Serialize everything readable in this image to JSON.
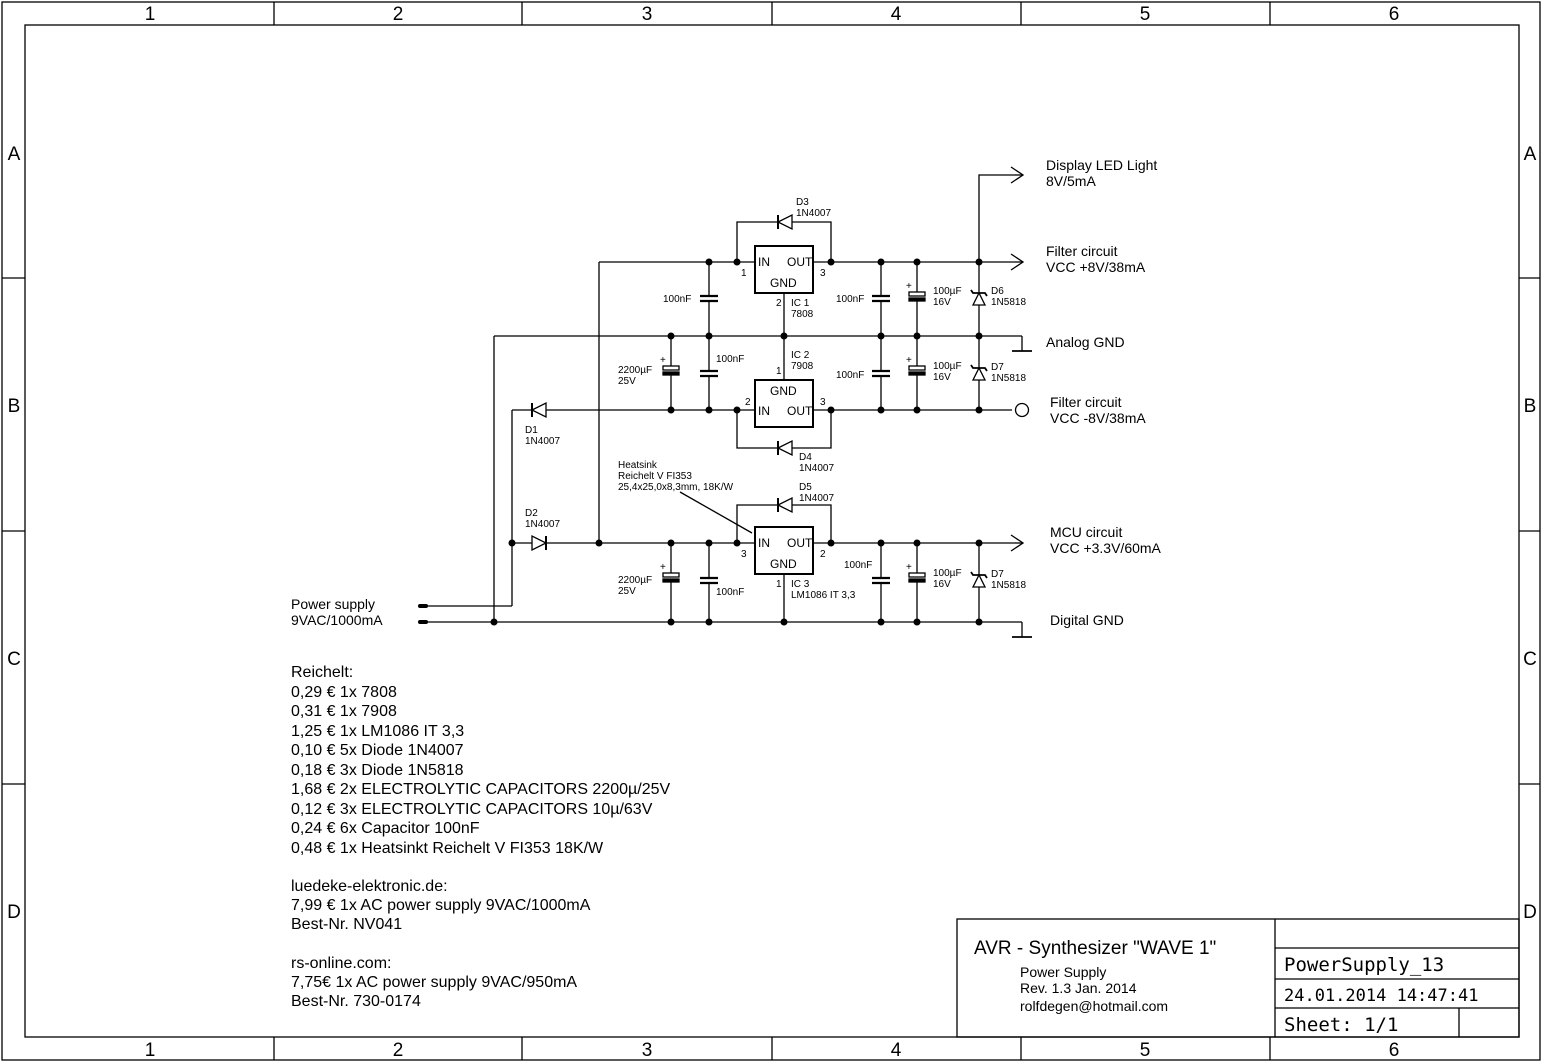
{
  "frame": {
    "columns": [
      "1",
      "2",
      "3",
      "4",
      "5",
      "6"
    ],
    "rows": [
      "A",
      "B",
      "C",
      "D"
    ]
  },
  "outputs": {
    "display_led": [
      "Display LED Light",
      "8V/5mA"
    ],
    "filter_pos": [
      "Filter circuit",
      "VCC +8V/38mA"
    ],
    "analog_gnd": "Analog GND",
    "filter_neg": [
      "Filter circuit",
      "VCC -8V/38mA"
    ],
    "mcu": [
      "MCU circuit",
      "VCC +3.3V/60mA"
    ],
    "digital_gnd": "Digital GND"
  },
  "power_supply": [
    "Power supply",
    "9VAC/1000mA"
  ],
  "regulators": {
    "ic1": {
      "name": "IC 1",
      "part": "7808",
      "in": "IN",
      "out": "OUT",
      "gnd": "GND",
      "pin_in": "1",
      "pin_out": "3",
      "pin_gnd": "2"
    },
    "ic2": {
      "name": "IC 2",
      "part": "7908",
      "in": "IN",
      "out": "OUT",
      "gnd": "GND",
      "pin_in": "2",
      "pin_out": "3",
      "pin_gnd": "1"
    },
    "ic3": {
      "name": "IC 3",
      "part": "LM1086 IT 3,3",
      "in": "IN",
      "out": "OUT",
      "gnd": "GND",
      "pin_in": "3",
      "pin_out": "2",
      "pin_gnd": "1"
    }
  },
  "diodes": {
    "d1": {
      "name": "D1",
      "part": "1N4007"
    },
    "d2": {
      "name": "D2",
      "part": "1N4007"
    },
    "d3": {
      "name": "D3",
      "part": "1N4007"
    },
    "d4": {
      "name": "D4",
      "part": "1N4007"
    },
    "d5": {
      "name": "D5",
      "part": "1N4007"
    },
    "d6": {
      "name": "D6",
      "part": "1N5818"
    },
    "d7a": {
      "name": "D7",
      "part": "1N5818"
    },
    "d7b": {
      "name": "D7",
      "part": "1N5818"
    }
  },
  "capacitors": {
    "c100n": "100nF",
    "c2200": [
      "2200µF",
      "25V"
    ],
    "c100u": [
      "100µF",
      "16V"
    ]
  },
  "heatsink": [
    "Heatsink",
    "Reichelt V FI353",
    "25,4x25,0x8,3mm, 18K/W"
  ],
  "bom": [
    "Reichelt:",
    "0,29 €  1x 7808",
    "0,31 €  1x 7908",
    "1,25 €  1x LM1086 IT 3,3",
    "0,10 €  5x Diode 1N4007",
    "0,18 €  3x Diode 1N5818",
    "1,68 €  2x ELECTROLYTIC CAPACITORS 2200µ/25V",
    "0,12 €  3x ELECTROLYTIC CAPACITORS 10µ/63V",
    "0,24 €  6x Capacitor 100nF",
    "0,48 €  1x Heatsinkt Reichelt V FI353 18K/W",
    "",
    "luedeke-elektronic.de:",
    "7,99 €  1x AC power supply 9VAC/1000mA",
    "Best-Nr. NV041",
    "",
    "rs-online.com:",
    "7,75€  1x AC power supply 9VAC/950mA",
    "Best-Nr. 730-0174"
  ],
  "title_block": {
    "title": "AVR - Synthesizer \"WAVE 1\"",
    "subtitle": "Power Supply",
    "revision": "Rev. 1.3  Jan. 2014",
    "email": "rolfdegen@hotmail.com",
    "filename": "PowerSupply_13",
    "datetime": "24.01.2014 14:47:41",
    "sheet": "Sheet: 1/1"
  }
}
